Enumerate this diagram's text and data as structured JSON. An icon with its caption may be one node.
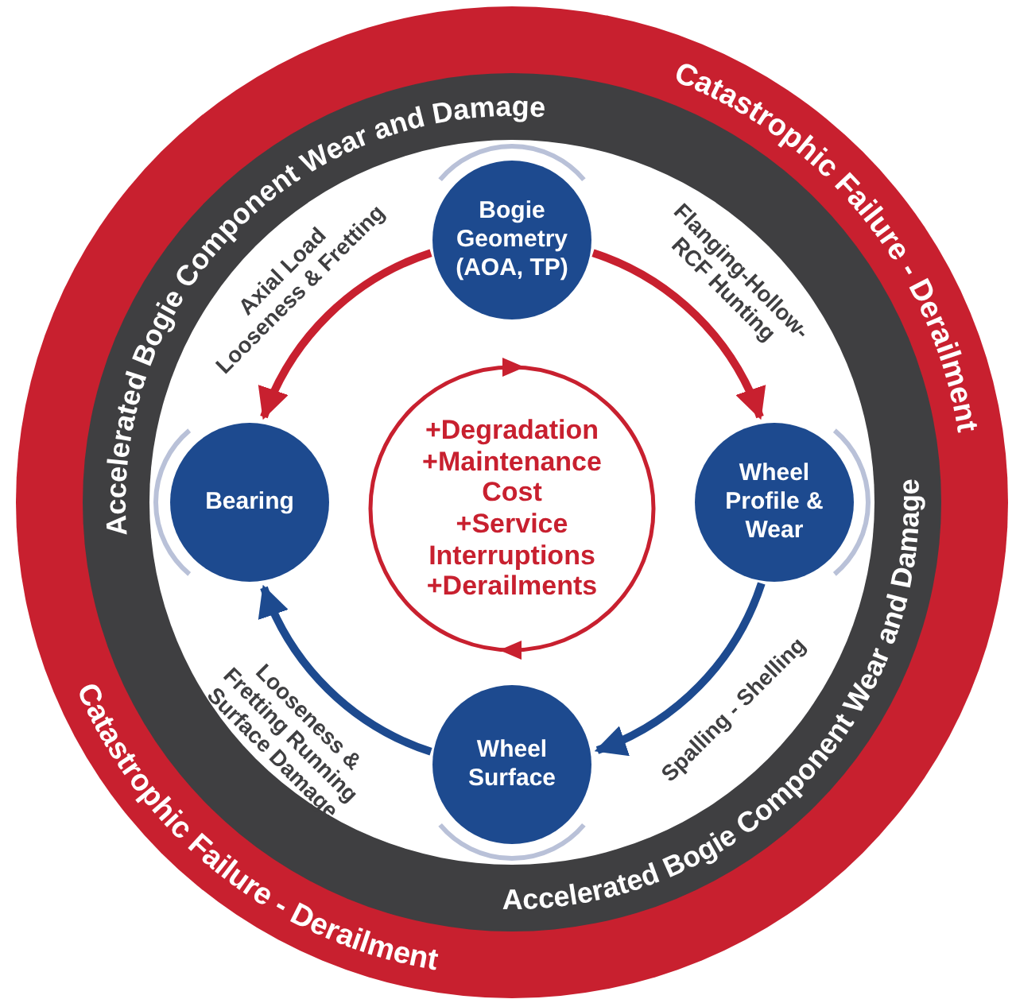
{
  "diagram": {
    "nodes": [
      {
        "text": [
          "Bogie Geometry (AOA, TP)"
        ]
      },
      {
        "text": [
          "Bearing"
        ]
      },
      {
        "text": [
          "Wheel Profile & Wear"
        ]
      },
      {
        "text": [
          "Wheel Surface"
        ]
      },
      {
        "text": [
          "+Degradation",
          "+Maintenance Cost",
          "+Service Interruptions",
          "+Derailments"
        ]
      }
    ],
    "edges": [
      {
        "from": 0,
        "to": 1,
        "arrow": "to",
        "label": "Axial Load Looseness & Fretting",
        "color": "#c8202f"
      },
      {
        "from": 0,
        "to": 2,
        "arrow": "to",
        "label": "Flanging-Hollow-RCF Hunting",
        "color": "#c8202f"
      },
      {
        "from": 2,
        "to": 3,
        "arrow": "to",
        "label": "Spalling - Shelling",
        "color": "#1d4a8f"
      },
      {
        "from": 3,
        "to": 1,
        "arrow": "to",
        "label": "Looseness & Fretting Running Surface Damage",
        "color": "#1d4a8f"
      }
    ],
    "labels": [
      "Catastrophic Failure - Derailment",
      "Accelerated Bogie Component Wear and Damage",
      "Accelerated Bogie Component Wear and Damage",
      "Catastrophic Failure - Derailment"
    ]
  }
}
